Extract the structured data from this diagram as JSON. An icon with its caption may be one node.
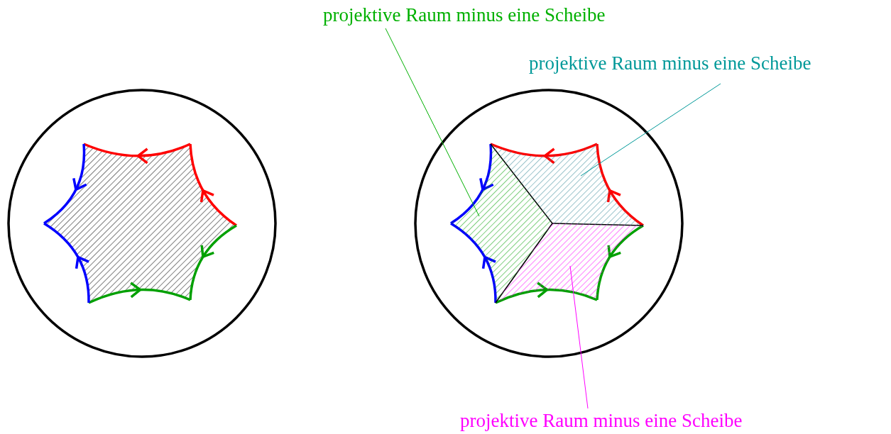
{
  "diagram": {
    "nodes": [
      {
        "text": [
          "projektive Raum minus eine Scheibe"
        ]
      },
      {
        "text": [
          "projektive Raum minus eine Scheibe"
        ]
      },
      {
        "text": [
          "projektive Raum minus eine Scheibe"
        ]
      },
      {
        "text": [],
        "shape": "polygon"
      },
      {
        "text": [],
        "shape": "polygon"
      },
      {
        "text": [],
        "shape": "polygon"
      }
    ],
    "edges": [
      {
        "from": 0,
        "to": 3,
        "arrow": "none",
        "color": "#00b000"
      },
      {
        "from": 1,
        "to": 4,
        "arrow": "none",
        "color": "#009999"
      },
      {
        "from": 2,
        "to": 5,
        "arrow": "none",
        "color": "#ff00ff"
      }
    ]
  }
}
